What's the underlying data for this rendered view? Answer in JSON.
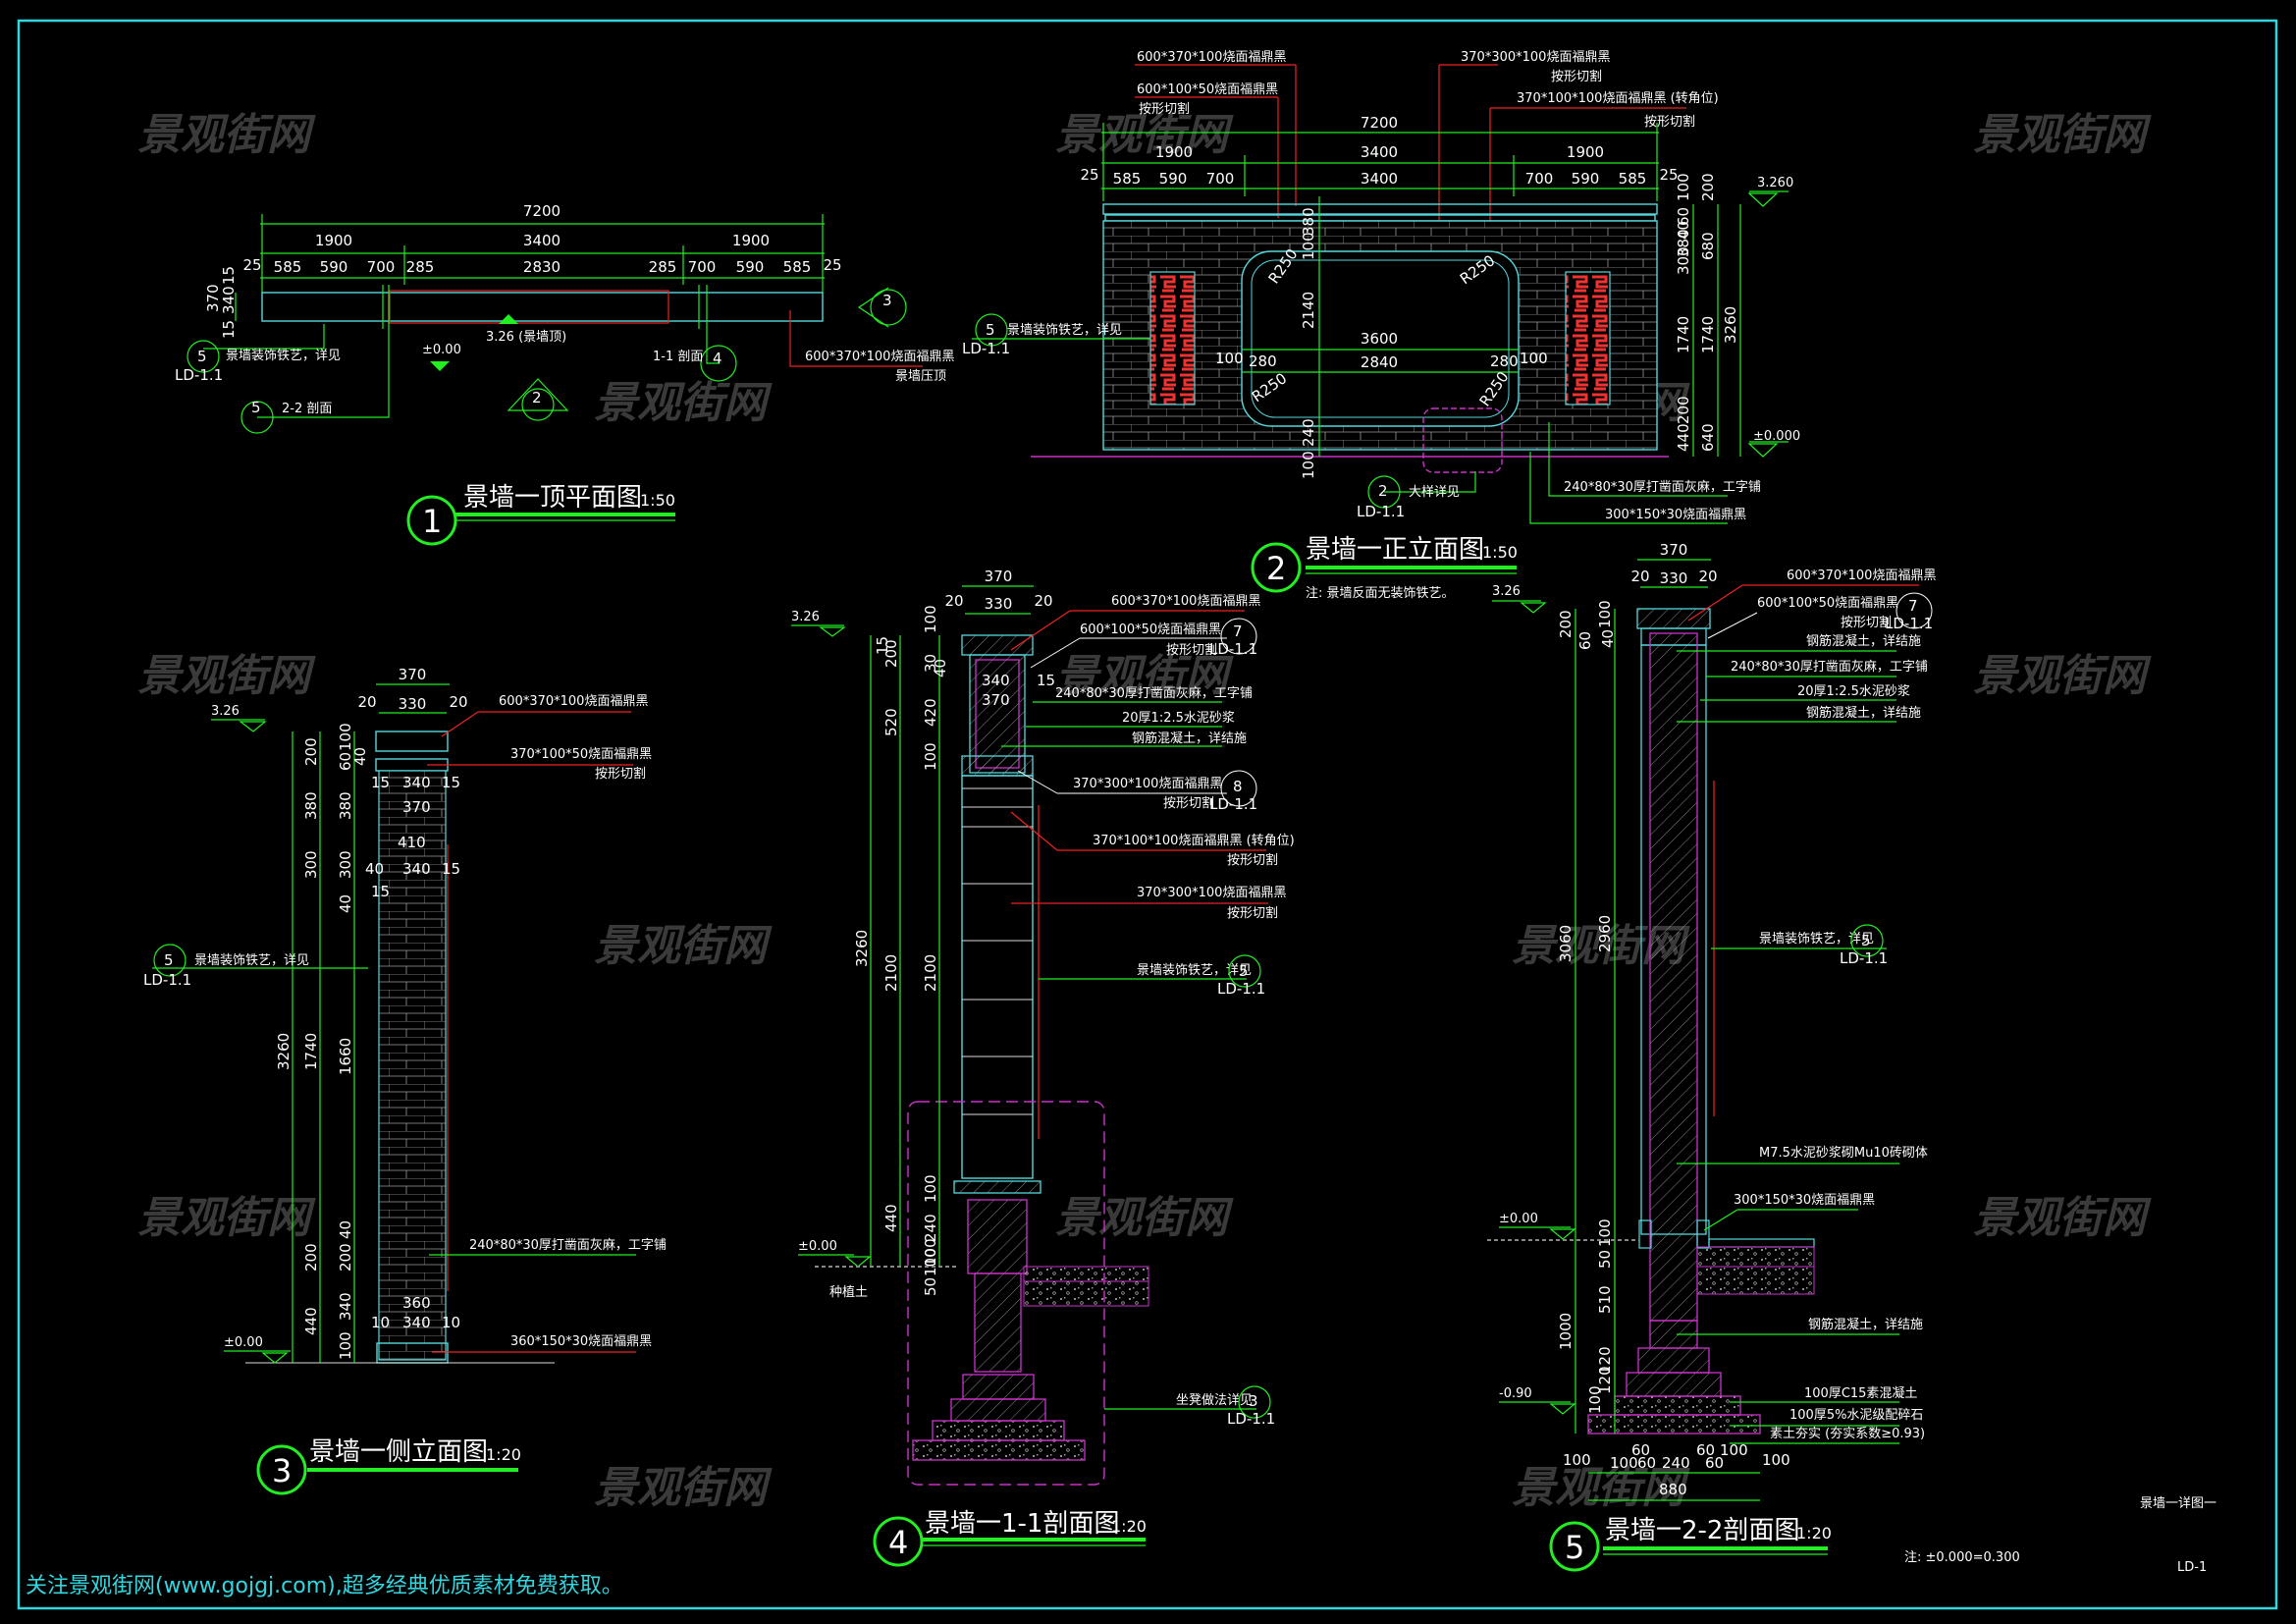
{
  "sheet": {
    "frame_color": "#33d6df",
    "watermark": "景观街网",
    "footer_note": "关注景观街网(www.gojgj.com),超多经典优质素材免费获取。",
    "sheet_title": "景墙一详图一",
    "sheet_number": "LD-1",
    "elevation_note": "注: ±0.000=0.300"
  },
  "views": [
    {
      "id": 1,
      "title": "景墙一顶平面图",
      "scale": "1:50",
      "dims_top": {
        "overall": "7200",
        "segments": [
          "1900",
          "3400",
          "1900"
        ],
        "detail": [
          "25",
          "585",
          "590",
          "700",
          "285",
          "2830",
          "285",
          "700",
          "590",
          "585",
          "25"
        ]
      },
      "dims_side": [
        "370",
        "15",
        "340",
        "15"
      ],
      "labels": {
        "elev_top": "3.26 (景墙顶)",
        "elev_ground": "±0.00",
        "section_1": "1-1 剖面",
        "section_2": "2-2 剖面",
        "decor": "景墙装饰铁艺，详见",
        "coping": "600*370*100烧面福鼎黑",
        "coping_sub": "景墙压顶"
      },
      "refs": [
        {
          "num": "5",
          "sheet": "LD-1.1"
        },
        {
          "num": "5",
          "sheet": "—"
        },
        {
          "num": "4",
          "sheet": "—"
        },
        {
          "num": "3",
          "sheet": "—"
        },
        {
          "num": "2",
          "sheet": "—"
        }
      ]
    },
    {
      "id": 2,
      "title": "景墙一正立面图",
      "scale": "1:50",
      "note": "注: 景墙反面无装饰铁艺。",
      "dims_top": {
        "overall": "7200",
        "segments": [
          "1900",
          "3400",
          "1900"
        ],
        "detail": [
          "25",
          "585",
          "590",
          "700",
          "3400",
          "700",
          "590",
          "585",
          "25"
        ]
      },
      "dims_right": [
        "100",
        "200",
        "60",
        "40",
        "380",
        "300",
        "680",
        "1740",
        "1740",
        "3260",
        "200",
        "440",
        "640"
      ],
      "dims_inner": [
        "380",
        "100",
        "2140",
        "3600",
        "2840",
        "100",
        "280",
        "280",
        "100",
        "100",
        "240",
        "100",
        "R250",
        "R250",
        "R250",
        "R250",
        "200"
      ],
      "elev_top": "3.260",
      "elev_ground": "±0.000",
      "labels": {
        "coping": "600*370*100烧面福鼎黑",
        "band": "600*100*50烧面福鼎黑",
        "band_sub": "按形切割",
        "frame": "370*300*100烧面福鼎黑",
        "frame_sub": "按形切割",
        "corner": "370*100*100烧面福鼎黑 (转角位)",
        "corner_sub": "按形切割",
        "decor": "景墙装饰铁艺，详见",
        "detail": "大样详见",
        "brick": "240*80*30厚打凿面灰麻，工字铺",
        "base": "300*150*30烧面福鼎黑"
      },
      "refs": [
        {
          "num": "5",
          "sheet": "LD-1.1"
        },
        {
          "num": "2",
          "sheet": "LD-1.1"
        }
      ]
    },
    {
      "id": 3,
      "title": "景墙一侧立面图",
      "scale": "1:20",
      "dims_top": [
        "370",
        "20",
        "330",
        "20"
      ],
      "dims_mid": [
        "15",
        "340",
        "15",
        "370",
        "410",
        "40",
        "340",
        "15",
        "15",
        "360",
        "10",
        "340",
        "10"
      ],
      "dims_left": [
        "200",
        "380",
        "300",
        "1740",
        "3260",
        "200",
        "440",
        "100",
        "60",
        "40",
        "380",
        "300",
        "40",
        "1660",
        "200",
        "40",
        "340",
        "100"
      ],
      "elev_top": "3.26",
      "elev_ground": "±0.00",
      "labels": {
        "coping": "600*370*100烧面福鼎黑",
        "band": "370*100*50烧面福鼎黑",
        "band_sub": "按形切割",
        "decor": "景墙装饰铁艺，详见",
        "brick": "240*80*30厚打凿面灰麻，工字铺",
        "base": "360*150*30烧面福鼎黑"
      },
      "refs": [
        {
          "num": "5",
          "sheet": "LD-1.1"
        }
      ]
    },
    {
      "id": 4,
      "title": "景墙一1-1剖面图",
      "scale": "1:20",
      "dims_top": [
        "370",
        "20",
        "330",
        "20"
      ],
      "dims_mid": [
        "15",
        "340",
        "370",
        "15"
      ],
      "dims_left": [
        "3260",
        "200",
        "520",
        "2100",
        "440",
        "100",
        "50",
        "100",
        "30",
        "40",
        "420",
        "100",
        "2100",
        "100",
        "240",
        "100"
      ],
      "elev_top": "3.26",
      "elev_ground": "±0.00",
      "soil": "种植土",
      "labels": {
        "coping": "600*370*100烧面福鼎黑",
        "band": "600*100*50烧面福鼎黑",
        "band_sub": "按形切割",
        "brick": "240*80*30厚打凿面灰麻，工字铺",
        "mortar": "20厚1:2.5水泥砂浆",
        "rc": "钢筋混凝土，详结施",
        "frame": "370*300*100烧面福鼎黑",
        "frame_sub": "按形切割",
        "corner": "370*100*100烧面福鼎黑 (转角位)",
        "corner_sub": "按形切割",
        "frame2": "370*300*100烧面福鼎黑",
        "frame2_sub": "按形切割",
        "decor": "景墙装饰铁艺，详见",
        "seat": "坐凳做法详见"
      },
      "refs": [
        {
          "num": "7",
          "sheet": "LD-1.1"
        },
        {
          "num": "8",
          "sheet": "LD-1.1"
        },
        {
          "num": "5",
          "sheet": "LD-1.1"
        },
        {
          "num": "3",
          "sheet": "LD-1.1"
        }
      ]
    },
    {
      "id": 5,
      "title": "景墙一2-2剖面图",
      "scale": "1:20",
      "dims_top": [
        "370",
        "20",
        "330",
        "20"
      ],
      "dims_left": [
        "200",
        "100",
        "60",
        "40",
        "3060",
        "2960",
        "100",
        "50",
        "510",
        "1000",
        "120",
        "120",
        "100"
      ],
      "dims_bottom": [
        "100",
        "100",
        "60",
        "60",
        "240",
        "60",
        "60",
        "100",
        "100",
        "880"
      ],
      "elev_top": "3.26",
      "elev_ground": "±0.00",
      "elev_bottom": "-0.90",
      "labels": {
        "coping": "600*370*100烧面福鼎黑",
        "band": "600*100*50烧面福鼎黑",
        "band_sub": "按形切割",
        "rc_top": "钢筋混凝土，详结施",
        "brick": "240*80*30厚打凿面灰麻，工字铺",
        "mortar": "20厚1:2.5水泥砂浆",
        "rc": "钢筋混凝土，详结施",
        "decor": "景墙装饰铁艺，详见",
        "masonry": "M7.5水泥砂浆砌Mu10砖砌体",
        "base": "300*150*30烧面福鼎黑",
        "rc_found": "钢筋混凝土，详结施",
        "c15": "100厚C15素混凝土",
        "gravel": "100厚5%水泥级配碎石",
        "soil": "素土夯实 (夯实系数≥0.93)"
      },
      "refs": [
        {
          "num": "7",
          "sheet": "LD-1.1"
        },
        {
          "num": "5",
          "sheet": "LD-1.1"
        }
      ]
    }
  ]
}
